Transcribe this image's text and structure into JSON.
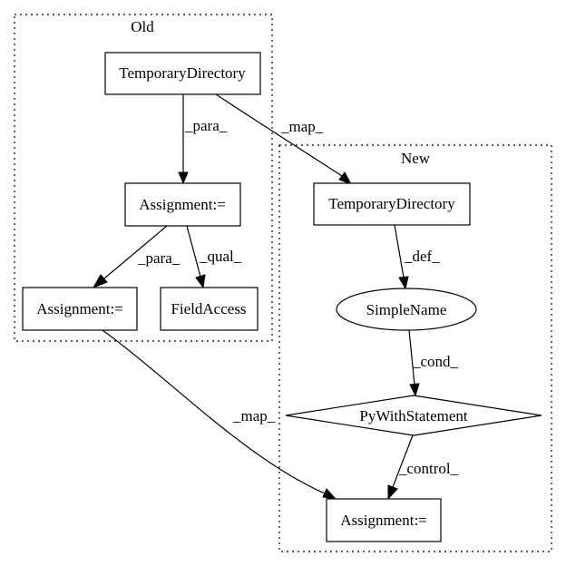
{
  "clusters": {
    "old": {
      "label": "Old"
    },
    "new": {
      "label": "New"
    }
  },
  "nodes": {
    "old_tempdir": "TemporaryDirectory",
    "old_assign1": "Assignment:=",
    "old_assign2": "Assignment:=",
    "old_fieldaccess": "FieldAccess",
    "new_tempdir": "TemporaryDirectory",
    "new_simplename": "SimpleName",
    "new_pywith": "PyWithStatement",
    "new_assign": "Assignment:="
  },
  "edges": {
    "old_tempdir_to_assign1": "_para_",
    "old_tempdir_to_new_tempdir": "_map_",
    "assign1_to_assign2": "_para_",
    "assign1_to_fieldaccess": "_qual_",
    "new_tempdir_to_simplename": "_def_",
    "simplename_to_pywith": "_cond_",
    "pywith_to_new_assign": "_control_",
    "old_assign2_to_new_assign": "_map_"
  }
}
